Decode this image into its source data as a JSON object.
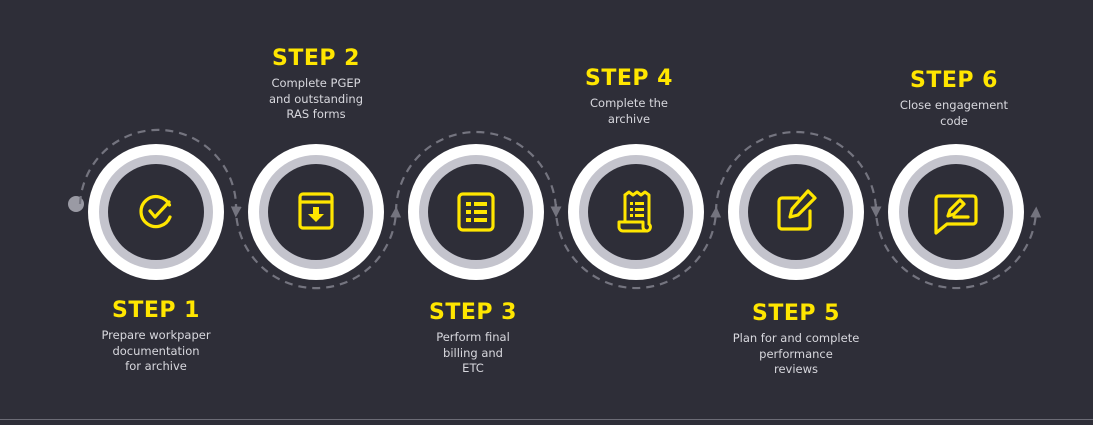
{
  "colors": {
    "background": "#2e2e38",
    "accent": "#ffe600",
    "ring_outer": "#ffffff",
    "ring_middle": "#c4c4cd",
    "ring_inner": "#2e2e38",
    "connector": "#74747f",
    "text": "#d8d8de"
  },
  "steps": [
    {
      "title": "STEP 1",
      "description": [
        "Prepare workpaper",
        "documentation",
        "for archive"
      ],
      "icon": "check-circle-icon",
      "label_position": "below"
    },
    {
      "title": "STEP 2",
      "description": [
        "Complete PGEP",
        "and outstanding",
        "RAS forms"
      ],
      "icon": "download-box-icon",
      "label_position": "above"
    },
    {
      "title": "STEP 3",
      "description": [
        "Perform final",
        "billing and",
        "ETC"
      ],
      "icon": "list-icon",
      "label_position": "below"
    },
    {
      "title": "STEP 4",
      "description": [
        "Complete the",
        "archive"
      ],
      "icon": "receipt-scroll-icon",
      "label_position": "above"
    },
    {
      "title": "STEP 5",
      "description": [
        "Plan for and complete",
        "performance",
        "reviews"
      ],
      "icon": "edit-note-icon",
      "label_position": "below"
    },
    {
      "title": "STEP 6",
      "description": [
        "Close engagement",
        "code"
      ],
      "icon": "signature-chat-icon",
      "label_position": "above"
    }
  ]
}
